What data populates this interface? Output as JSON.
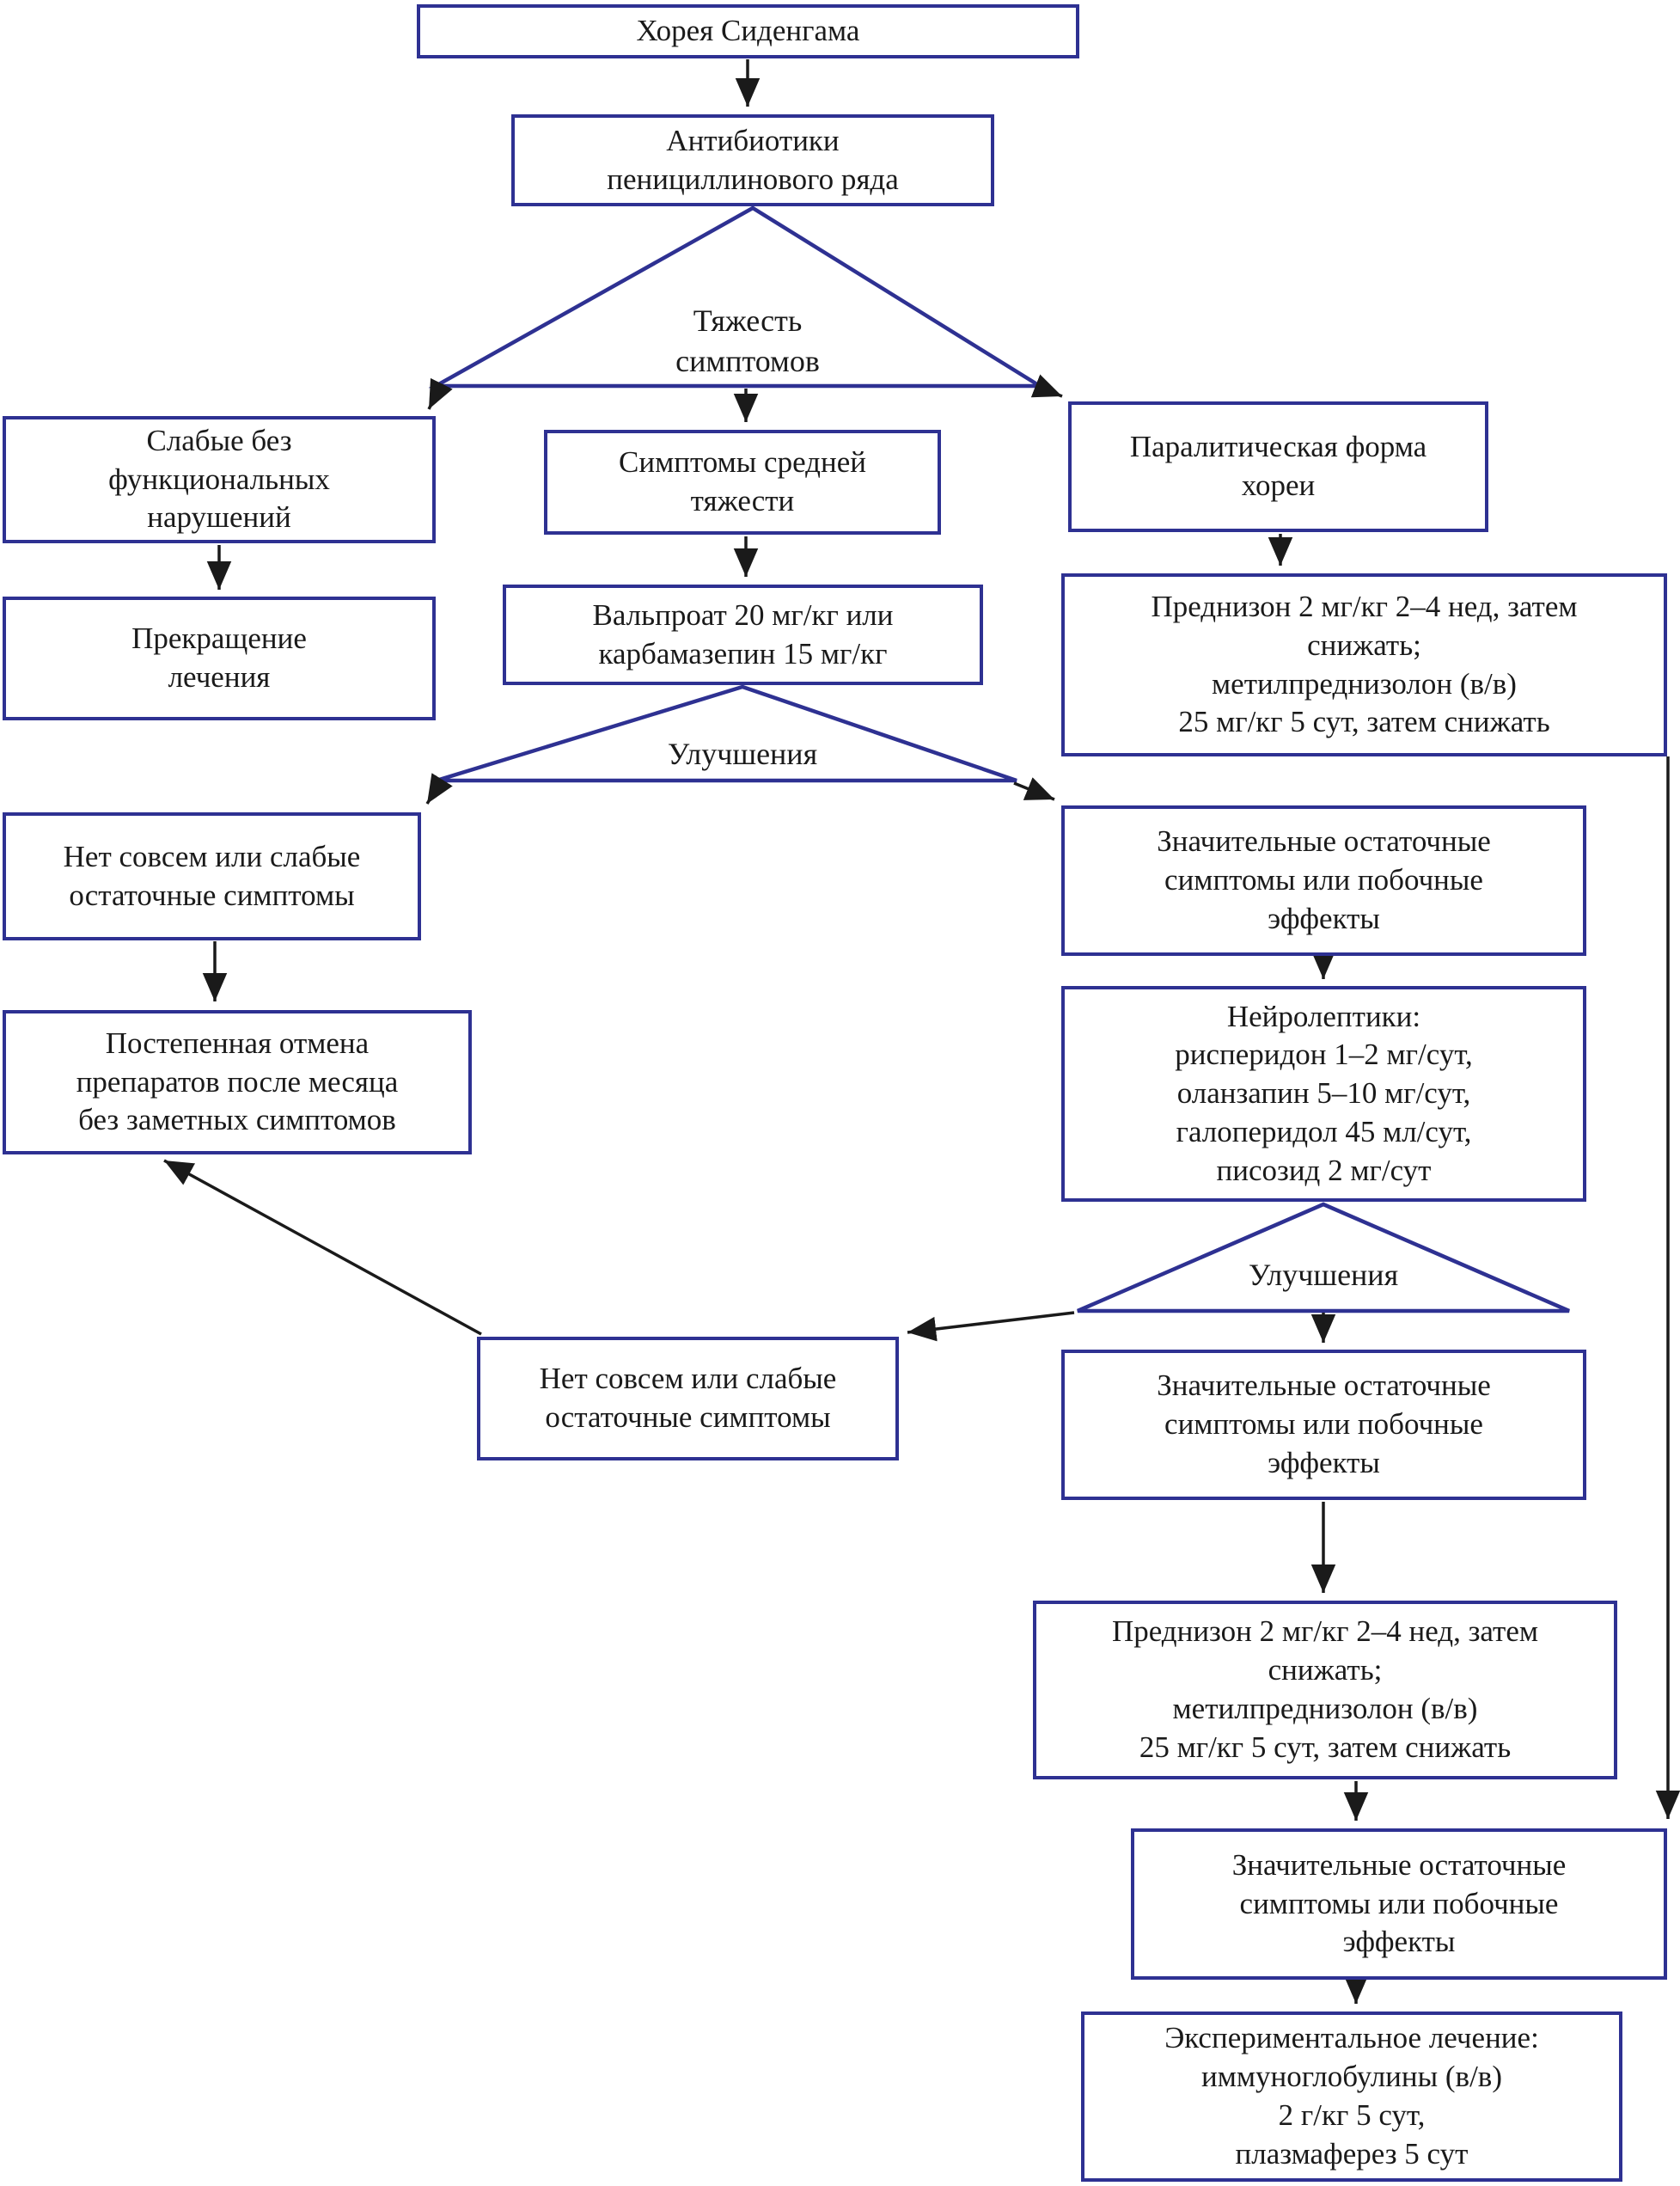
{
  "meta": {
    "description": "Treatment algorithm flowchart for Sydenham chorea",
    "colors": {
      "box_border": "#2e3192",
      "decision_line": "#2e3192",
      "arrow": "#1a1a1a",
      "text": "#1a1a1a",
      "background": "#ffffff"
    }
  },
  "nodes": {
    "chorea": {
      "label": "Хорея Сиденгама"
    },
    "antibiotics": {
      "label": "Антибиотики\nпенициллинового ряда"
    },
    "severity": {
      "label": "Тяжесть\nсимптомов"
    },
    "mild": {
      "label": "Слабые без\nфункциональных\nнарушений"
    },
    "moderate": {
      "label": "Симптомы средней\nтяжести"
    },
    "paralytic": {
      "label": "Паралитическая форма\nхореи"
    },
    "stop_treatment": {
      "label": "Прекращение\nлечения"
    },
    "valproate": {
      "label": "Вальпроат 20 мг/кг или\nкарбамазепин 15 мг/кг"
    },
    "prednisone1": {
      "label": "Преднизон 2 мг/кг 2–4 нед, затем\nснижать;\nметилпреднизолон (в/в)\n25 мг/кг 5 сут, затем снижать"
    },
    "improvement1": {
      "label": "Улучшения"
    },
    "no_residual1": {
      "label": "Нет совсем или слабые\nостаточные симптомы"
    },
    "significant1": {
      "label": "Значительные остаточные\nсимптомы или побочные\nэффекты"
    },
    "withdrawal": {
      "label": "Постепенная отмена\nпрепаратов после месяца\nбез заметных симптомов"
    },
    "neuroleptics": {
      "label": "Нейролептики:\nрисперидон 1–2 мг/сут,\nоланзапин 5–10 мг/сут,\nгалоперидол 45 мл/сут,\nписозид 2 мг/сут"
    },
    "improvement2": {
      "label": "Улучшения"
    },
    "no_residual2": {
      "label": "Нет совсем или слабые\nостаточные симптомы"
    },
    "significant2": {
      "label": "Значительные остаточные\nсимптомы или побочные\nэффекты"
    },
    "prednisone2": {
      "label": "Преднизон 2 мг/кг 2–4 нед, затем\nснижать;\nметилпреднизолон (в/в)\n25 мг/кг 5 сут, затем снижать"
    },
    "significant3": {
      "label": "Значительные остаточные\nсимптомы или побочные\nэффекты"
    },
    "experimental": {
      "label": "Экспериментальное лечение:\nиммуноглобулины (в/в)\n2 г/кг 5 сут,\nплазмаферез 5 сут"
    }
  }
}
